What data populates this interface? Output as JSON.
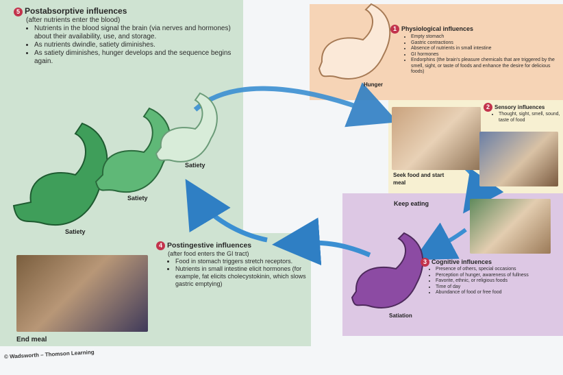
{
  "postabsorptive": {
    "number": "5",
    "title": "Postabsorptive influences",
    "subtitle": "(after nutrients enter the blood)",
    "bullets": [
      "Nutrients in the blood signal the brain (via nerves and hormones) about their availability, use, and storage.",
      "As nutrients dwindle, satiety diminishes.",
      "As satiety diminishes, hunger develops and the sequence begins again."
    ],
    "satiety_labels": [
      "Satiety",
      "Satiety",
      "Satiety"
    ]
  },
  "physiological": {
    "number": "1",
    "title": "Physiological influences",
    "bullets": [
      "Empty stomach",
      "Gastric contractions",
      "Absence of nutrients in small intestine",
      "GI hormones",
      "Endorphins (the brain's pleasure chemicals that are triggered by the smell, sight, or taste of foods and enhance the desire for delicious foods)"
    ],
    "stomach_label": "Hunger"
  },
  "sensory": {
    "number": "2",
    "title": "Sensory influences",
    "bullets": [
      "Thought, sight, smell, sound, taste of food"
    ],
    "caption": "Seek food and start meal"
  },
  "keep_eating": "Keep eating",
  "cognitive": {
    "number": "3",
    "title": "Cognitive influences",
    "bullets": [
      "Presence of others, special occasions",
      "Perception of hunger, awareness of fullness",
      "Favorite, ethnic, or religious foods",
      "Time of day",
      "Abundance of food or free food"
    ],
    "stomach_label": "Satiation"
  },
  "postingestive": {
    "number": "4",
    "title": "Postingestive influences",
    "subtitle": "(after food enters the GI tract)",
    "bullets": [
      "Food in stomach triggers stretch receptors.",
      "Nutrients in small intestine elicit hormones (for example, fat elicits cholecystokinin, which slows gastric emptying)"
    ],
    "caption": "End meal"
  },
  "copyright": "© Wadsworth – Thomson Learning",
  "colors": {
    "green_panel": "#cfe3d2",
    "orange_panel": "#f6d4b6",
    "yellow_panel": "#f7f0d2",
    "purple_panel": "#ddc8e4",
    "arrow_blue": "#2f7fc4",
    "badge_red": "#c2334c",
    "stomach_green": "#3f9e5a"
  }
}
